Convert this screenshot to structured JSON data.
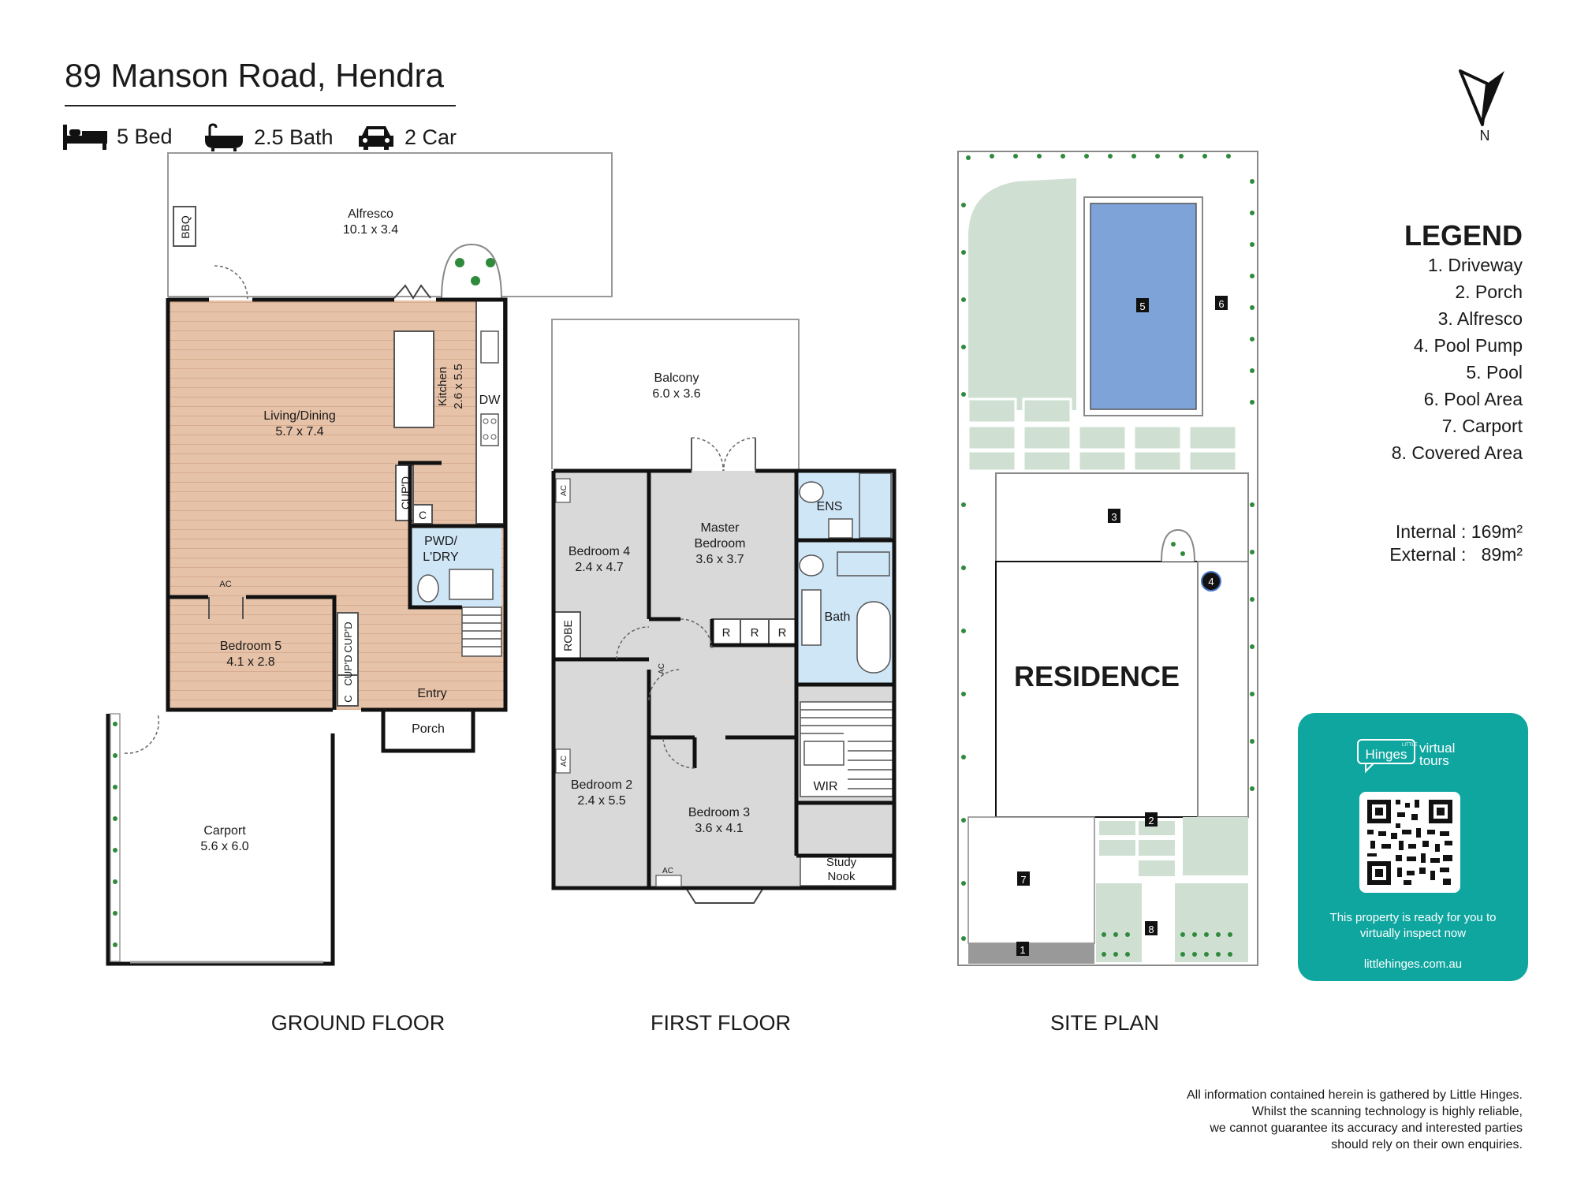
{
  "header": {
    "address": "89 Manson Road, Hendra",
    "beds": "5 Bed",
    "baths": "2.5 Bath",
    "cars": "2 Car"
  },
  "compass": {
    "label": "N"
  },
  "legend": {
    "title": "LEGEND",
    "items": [
      "1. Driveway",
      "2. Porch",
      "3. Alfresco",
      "4. Pool Pump",
      "5. Pool",
      "6. Pool Area",
      "7. Carport",
      "8. Covered Area"
    ]
  },
  "areas": {
    "internal_label": "Internal",
    "internal_value": "169m²",
    "external_label": "External",
    "external_value": "89m²"
  },
  "ground_floor": {
    "caption": "GROUND FLOOR",
    "alfresco": {
      "name": "Alfresco",
      "dims": "10.1 x 3.4"
    },
    "bbq": "BBQ",
    "living": {
      "name": "Living/Dining",
      "dims": "5.7 x 7.4"
    },
    "kitchen": {
      "name": "Kitchen",
      "dims": "2.6 x 5.5"
    },
    "dw": "DW",
    "cupd1": "CUP'D",
    "c1": "C",
    "pwd": {
      "line1": "PWD/",
      "line2": "L'DRY"
    },
    "ac": "AC",
    "bedroom5": {
      "name": "Bedroom 5",
      "dims": "4.1 x 2.8"
    },
    "cupd2": "CUP'D",
    "cupd3": "CUP'D",
    "c2": "C",
    "entry": "Entry",
    "porch": "Porch",
    "carport": {
      "name": "Carport",
      "dims": "5.6 x 6.0"
    }
  },
  "first_floor": {
    "caption": "FIRST FLOOR",
    "balcony": {
      "name": "Balcony",
      "dims": "6.0 x 3.6"
    },
    "ac1": "AC",
    "bedroom4": {
      "name": "Bedroom 4",
      "dims": "2.4 x 4.7"
    },
    "master": {
      "line1": "Master",
      "line2": "Bedroom",
      "dims": "3.6 x 3.7"
    },
    "ens": "ENS",
    "bath": "Bath",
    "robe": "ROBE",
    "r": "R",
    "ac2": "AC",
    "ac3": "AC",
    "bedroom2": {
      "name": "Bedroom 2",
      "dims": "2.4 x 5.5"
    },
    "bedroom3": {
      "name": "Bedroom 3",
      "dims": "3.6 x 4.1"
    },
    "wir": "WIR",
    "study": {
      "line1": "Study",
      "line2": "Nook"
    },
    "ac4": "AC"
  },
  "site_plan": {
    "caption": "SITE PLAN",
    "residence": "RESIDENCE",
    "markers": [
      "1",
      "2",
      "3",
      "4",
      "5",
      "6",
      "7",
      "8"
    ]
  },
  "promo": {
    "brand_small": "LITTLE",
    "brand_name": "Hinges",
    "brand_line1": "virtual",
    "brand_line2": "tours",
    "msg_line1": "This property is ready for you to",
    "msg_line2": "virtually inspect now",
    "url": "littlehinges.com.au"
  },
  "disclaimer": [
    "All information contained herein is gathered by Little Hinges.",
    "Whilst the scanning technology is highly reliable,",
    "we cannot guarantee its accuracy and interested parties",
    "should rely on their own enquiries."
  ],
  "colors": {
    "living_floor": "#e6c2a8",
    "first_floor": "#d9d9d9",
    "wet_area": "#cfe6f7",
    "lawn": "#cfe0d2",
    "pool": "#7ea3d8",
    "promo": "#10a6a0",
    "shrub": "#2f8a3c"
  }
}
